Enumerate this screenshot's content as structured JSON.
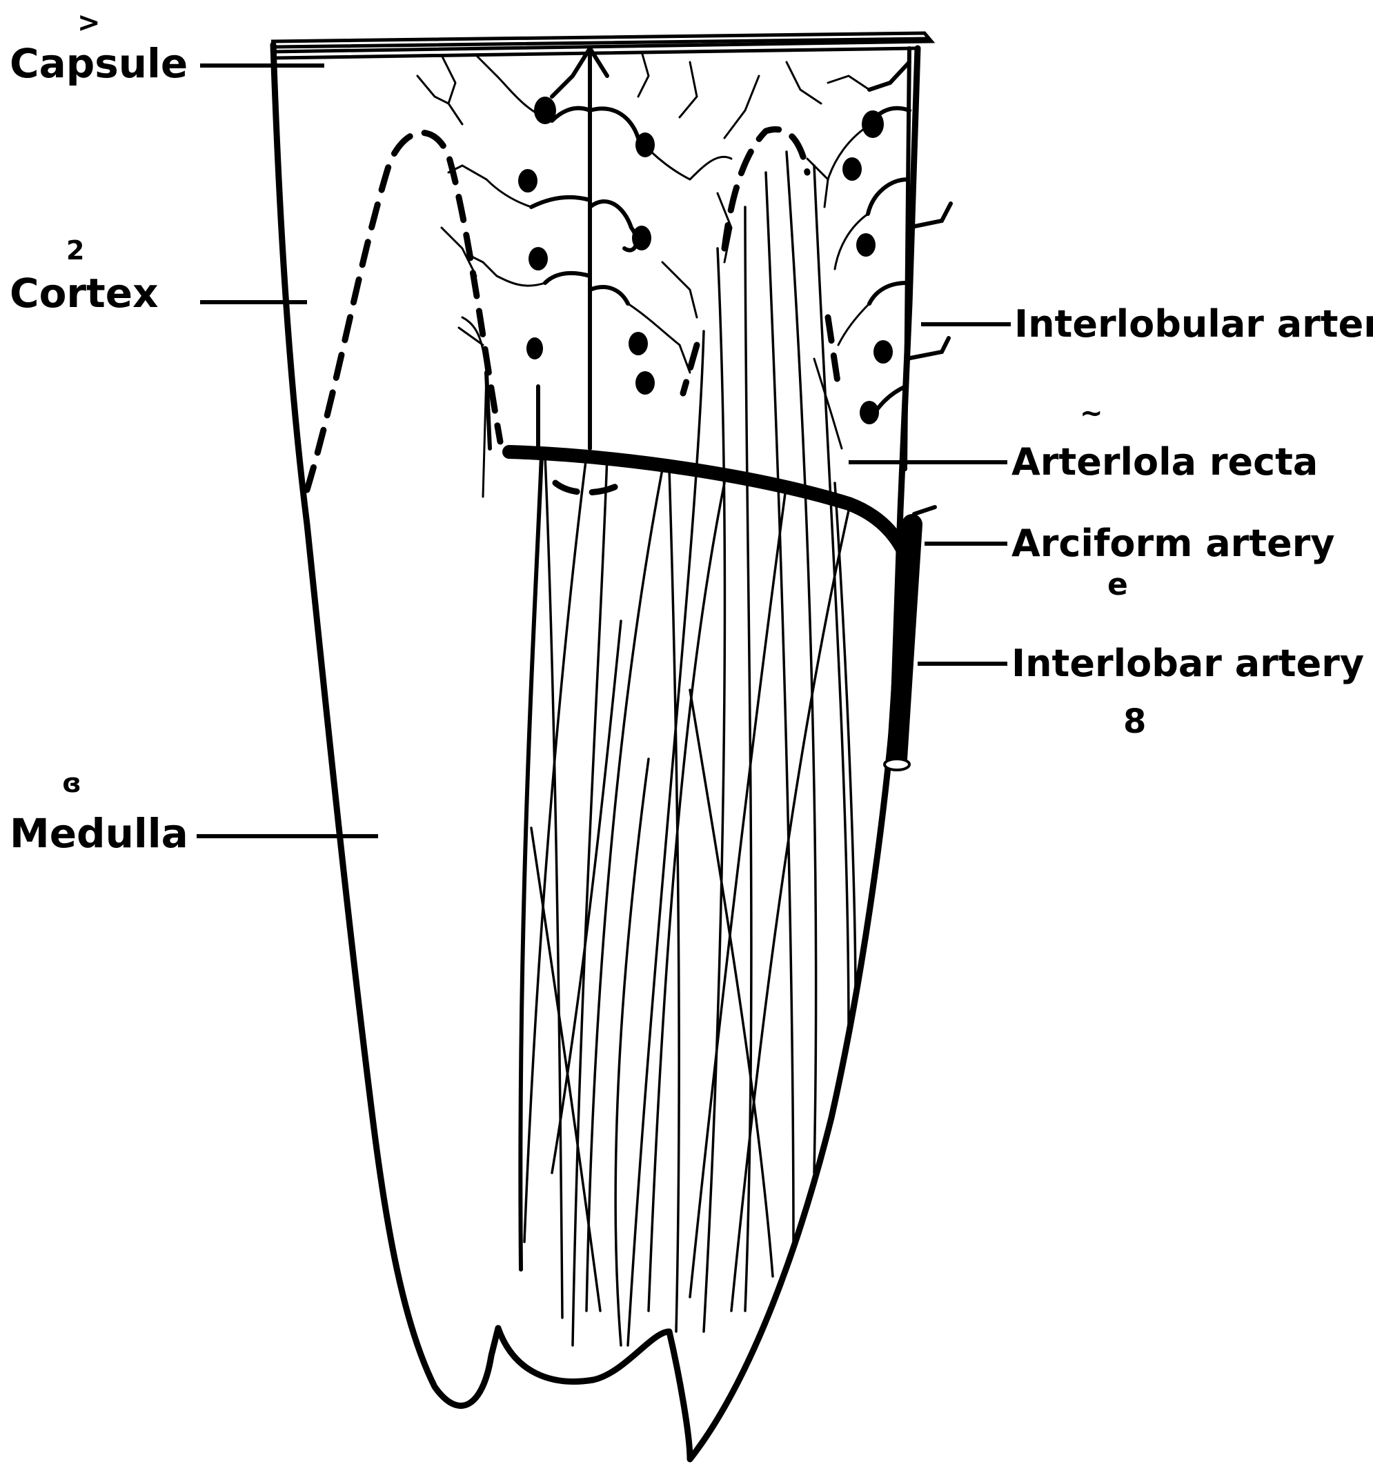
{
  "figure": {
    "labels_left": {
      "capsule": "Capsule",
      "cortex": "Cortex",
      "medulla": "Medulla"
    },
    "labels_right": {
      "interlobular_artery": "Interlobular artery",
      "arteriola_recta": "Arterlola recta",
      "arciform_artery": "Arciform artery",
      "interlobar_artery": "Interlobar artery"
    },
    "handwritten_marks": {
      "capsule_mark": ">",
      "cortex_mark": "2",
      "medulla_mark": "ɞ",
      "arteriola_mark": "~",
      "arciform_mark": "e",
      "interlobar_mark": "8"
    }
  }
}
